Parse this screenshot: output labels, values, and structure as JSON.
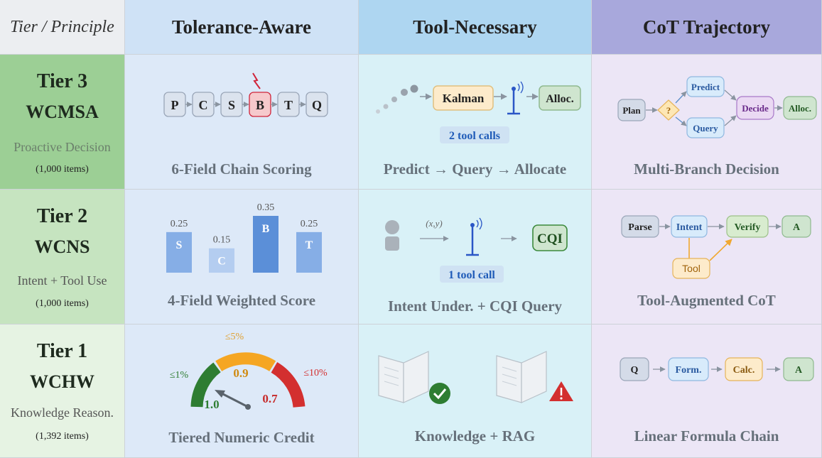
{
  "headers": {
    "principle": "Tier / Principle",
    "tolerance": "Tolerance-Aware",
    "tool": "Tool-Necessary",
    "cot": "CoT Trajectory"
  },
  "tiers": [
    {
      "title": "Tier 3",
      "abbr": "WCMSA",
      "subtitle": "Proactive Decision",
      "items": "(1,000 items)",
      "tolerance": {
        "caption": "6-Field Chain Scoring",
        "fields": [
          "P",
          "C",
          "S",
          "B",
          "T",
          "Q"
        ],
        "highlighted_field": "B"
      },
      "tool": {
        "caption": "Predict → Query → Allocate",
        "kalman": "Kalman",
        "alloc": "Alloc.",
        "calls": "2 tool calls"
      },
      "cot": {
        "caption": "Multi-Branch Decision",
        "plan": "Plan",
        "decision": "?",
        "predict": "Predict",
        "query": "Query",
        "decide": "Decide",
        "alloc": "Alloc."
      }
    },
    {
      "title": "Tier 2",
      "abbr": "WCNS",
      "subtitle": "Intent + Tool Use",
      "items": "(1,000 items)",
      "tolerance": {
        "caption": "4-Field Weighted Score",
        "weights": [
          {
            "field": "S",
            "weight": 0.25,
            "label": "0.25"
          },
          {
            "field": "C",
            "weight": 0.15,
            "label": "0.15"
          },
          {
            "field": "B",
            "weight": 0.35,
            "label": "0.35"
          },
          {
            "field": "T",
            "weight": 0.25,
            "label": "0.25"
          }
        ]
      },
      "tool": {
        "caption": "Intent Under. + CQI Query",
        "coords": "(x,y)",
        "cqi": "CQI",
        "calls": "1 tool call"
      },
      "cot": {
        "caption": "Tool-Augmented CoT",
        "parse": "Parse",
        "intent": "Intent",
        "verify": "Verify",
        "answer": "A",
        "tool": "Tool"
      }
    },
    {
      "title": "Tier 1",
      "abbr": "WCHW",
      "subtitle": "Knowledge Reason.",
      "items": "(1,392 items)",
      "tolerance": {
        "caption": "Tiered Numeric Credit",
        "bands": [
          {
            "tolerance": "≤1%",
            "credit": "1.0",
            "color": "#2e7d32"
          },
          {
            "tolerance": "≤5%",
            "credit": "0.9",
            "color": "#f5a623"
          },
          {
            "tolerance": "≤10%",
            "credit": "0.7",
            "color": "#d32f2f"
          }
        ]
      },
      "tool": {
        "caption": "Knowledge + RAG"
      },
      "cot": {
        "caption": "Linear Formula Chain",
        "q": "Q",
        "form": "Form.",
        "calc": "Calc.",
        "answer": "A"
      }
    }
  ],
  "colors": {
    "tier3": "#9ccf95",
    "tier2": "#c6e4c0",
    "tier1": "#e6f3e3",
    "tolerance_col": "#dde9f8",
    "tool_col": "#d9f1f7",
    "cot_col": "#ece6f6",
    "header_tolerance": "#cfe2f6",
    "header_tool": "#aed6f1",
    "header_cot": "#a8a8dc"
  }
}
